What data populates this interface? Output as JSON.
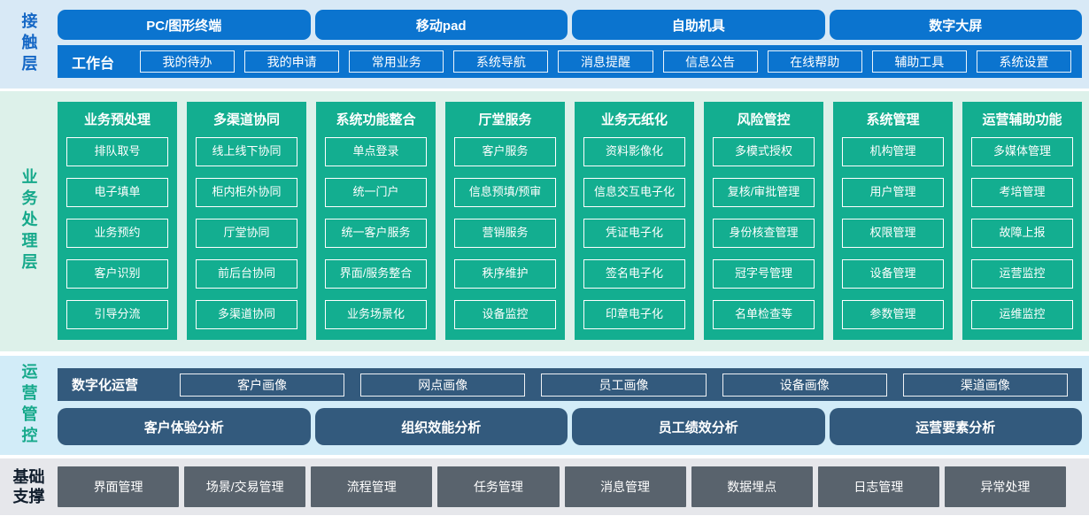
{
  "layers": {
    "contact": {
      "label": "接触层",
      "terminals": [
        "PC/图形终端",
        "移动pad",
        "自助机具",
        "数字大屏"
      ],
      "workbench": {
        "label": "工作台",
        "items": [
          "我的待办",
          "我的申请",
          "常用业务",
          "系统导航",
          "消息提醒",
          "信息公告",
          "在线帮助",
          "辅助工具",
          "系统设置"
        ]
      }
    },
    "business": {
      "label": "业务处理层",
      "columns": [
        {
          "title": "业务预处理",
          "items": [
            "排队取号",
            "电子填单",
            "业务预约",
            "客户识别",
            "引导分流"
          ]
        },
        {
          "title": "多渠道协同",
          "items": [
            "线上线下协同",
            "柜内柜外协同",
            "厅堂协同",
            "前后台协同",
            "多渠道协同"
          ]
        },
        {
          "title": "系统功能整合",
          "items": [
            "单点登录",
            "统一门户",
            "统一客户服务",
            "界面/服务整合",
            "业务场景化"
          ]
        },
        {
          "title": "厅堂服务",
          "items": [
            "客户服务",
            "信息预填/预审",
            "营销服务",
            "秩序维护",
            "设备监控"
          ]
        },
        {
          "title": "业务无纸化",
          "items": [
            "资料影像化",
            "信息交互电子化",
            "凭证电子化",
            "签名电子化",
            "印章电子化"
          ]
        },
        {
          "title": "风险管控",
          "items": [
            "多模式授权",
            "复核/审批管理",
            "身份核查管理",
            "冠字号管理",
            "名单检查等"
          ]
        },
        {
          "title": "系统管理",
          "items": [
            "机构管理",
            "用户管理",
            "权限管理",
            "设备管理",
            "参数管理"
          ]
        },
        {
          "title": "运营辅助功能",
          "items": [
            "多媒体管理",
            "考培管理",
            "故障上报",
            "运营监控",
            "运维监控"
          ]
        }
      ]
    },
    "operations": {
      "label": "运营管控",
      "digital": {
        "label": "数字化运营",
        "items": [
          "客户画像",
          "网点画像",
          "员工画像",
          "设备画像",
          "渠道画像"
        ]
      },
      "analysis": [
        "客户体验分析",
        "组织效能分析",
        "员工绩效分析",
        "运营要素分析"
      ]
    },
    "foundation": {
      "label": "基础支撑",
      "items": [
        "界面管理",
        "场景/交易管理",
        "流程管理",
        "任务管理",
        "消息管理",
        "数据埋点",
        "日志管理",
        "异常处理"
      ]
    }
  },
  "colors": {
    "primary_blue": "#0b74cf",
    "teal_green": "#13ae90",
    "slate_blue": "#335a7d",
    "slate_gray": "#59636d",
    "band_contact_bg": "#d8e9f6",
    "band_business_bg": "#ddf1ea",
    "band_operations_bg": "#d2ecf8",
    "band_foundation_bg": "#e6e7eb",
    "label_blue": "#1467c5",
    "label_teal": "#16a98b",
    "label_dark": "#101d2c"
  }
}
